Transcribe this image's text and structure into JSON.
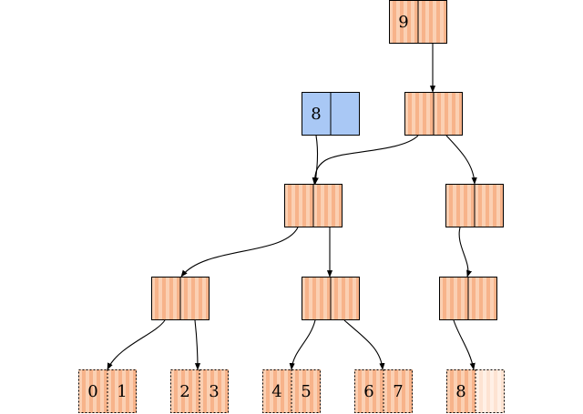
{
  "colors": {
    "node_orange_base": "#f7b38a",
    "node_orange_stripe": "#fbd0b3",
    "leaf_faded": "#fde3d2",
    "node_blue": "#a9c8f5",
    "edge": "#000000"
  },
  "nodes": [
    {
      "id": "root",
      "role": "internal-node",
      "style": "orange",
      "left": "9",
      "right": "",
      "border": "solid"
    },
    {
      "id": "n1",
      "role": "internal-node",
      "style": "orange",
      "left": "",
      "right": "",
      "border": "solid"
    },
    {
      "id": "new8",
      "role": "new-node",
      "style": "blue",
      "left": "8",
      "right": "",
      "border": "solid"
    },
    {
      "id": "n2",
      "role": "internal-node",
      "style": "orange",
      "left": "",
      "right": "",
      "border": "solid"
    },
    {
      "id": "n3",
      "role": "internal-node",
      "style": "orange",
      "left": "",
      "right": "",
      "border": "solid"
    },
    {
      "id": "n4",
      "role": "internal-node",
      "style": "orange",
      "left": "",
      "right": "",
      "border": "solid"
    },
    {
      "id": "n5",
      "role": "internal-node",
      "style": "orange",
      "left": "",
      "right": "",
      "border": "solid"
    },
    {
      "id": "n6",
      "role": "internal-node",
      "style": "orange",
      "left": "",
      "right": "",
      "border": "solid"
    },
    {
      "id": "leaf01",
      "role": "leaf-node",
      "style": "orange",
      "left": "0",
      "right": "1",
      "border": "dashed"
    },
    {
      "id": "leaf23",
      "role": "leaf-node",
      "style": "orange",
      "left": "2",
      "right": "3",
      "border": "dashed"
    },
    {
      "id": "leaf45",
      "role": "leaf-node",
      "style": "orange",
      "left": "4",
      "right": "5",
      "border": "dashed"
    },
    {
      "id": "leaf67",
      "role": "leaf-node",
      "style": "orange",
      "left": "6",
      "right": "7",
      "border": "dashed"
    },
    {
      "id": "leaf8",
      "role": "leaf-node",
      "style": "orange-half",
      "left": "8",
      "right": "",
      "border": "dashed"
    }
  ],
  "edges": [
    {
      "from": "root",
      "to": "n1"
    },
    {
      "from": "n1",
      "to": "n2"
    },
    {
      "from": "new8",
      "to": "n2"
    },
    {
      "from": "n1",
      "to": "n3"
    },
    {
      "from": "n2",
      "to": "n4"
    },
    {
      "from": "n2",
      "to": "n5"
    },
    {
      "from": "n3",
      "to": "n6"
    },
    {
      "from": "n4",
      "to": "leaf01"
    },
    {
      "from": "n4",
      "to": "leaf23"
    },
    {
      "from": "n5",
      "to": "leaf45"
    },
    {
      "from": "n5",
      "to": "leaf67"
    },
    {
      "from": "n6",
      "to": "leaf8"
    }
  ]
}
